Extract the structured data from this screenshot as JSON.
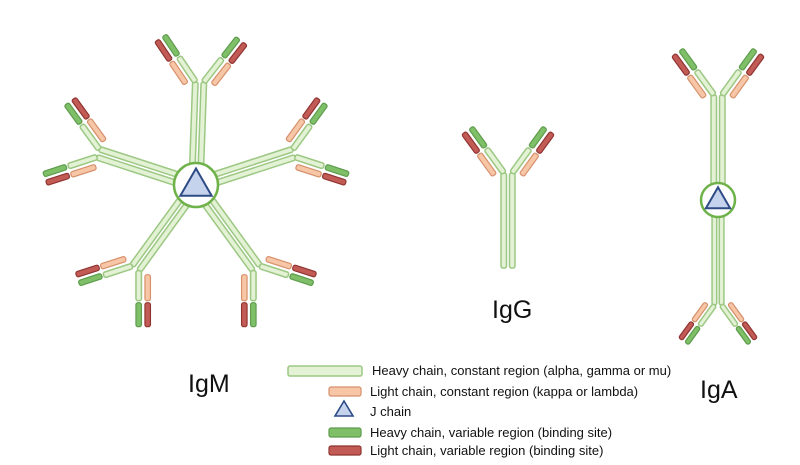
{
  "labels": {
    "igm": "IgM",
    "igg": "IgG",
    "iga": "IgA"
  },
  "legend": [
    {
      "key": "heavy_constant",
      "text": "Heavy chain, constant region (alpha, gamma or mu)"
    },
    {
      "key": "light_constant",
      "text": "Light chain, constant region (kappa or lambda)"
    },
    {
      "key": "j_chain",
      "text": "J chain"
    },
    {
      "key": "heavy_variable",
      "text": "Heavy chain, variable region (binding site)"
    },
    {
      "key": "light_variable",
      "text": "Light chain, variable region (binding site)"
    }
  ],
  "colors": {
    "heavy_constant_fill": "#e3f1d4",
    "heavy_constant_stroke": "#9cc883",
    "light_constant_fill": "#f6c6a6",
    "light_constant_stroke": "#d6906b",
    "heavy_variable_fill": "#7fbf68",
    "heavy_variable_stroke": "#5d9c4c",
    "light_variable_fill": "#c25a55",
    "light_variable_stroke": "#8f3532",
    "j_chain_fill": "#c6d3ec",
    "j_chain_stroke": "#2e4b86",
    "joint_ring": "#6fb24a"
  },
  "structure": {
    "igm_arms": 5,
    "igg_arms": 1,
    "iga_arms": 2
  }
}
